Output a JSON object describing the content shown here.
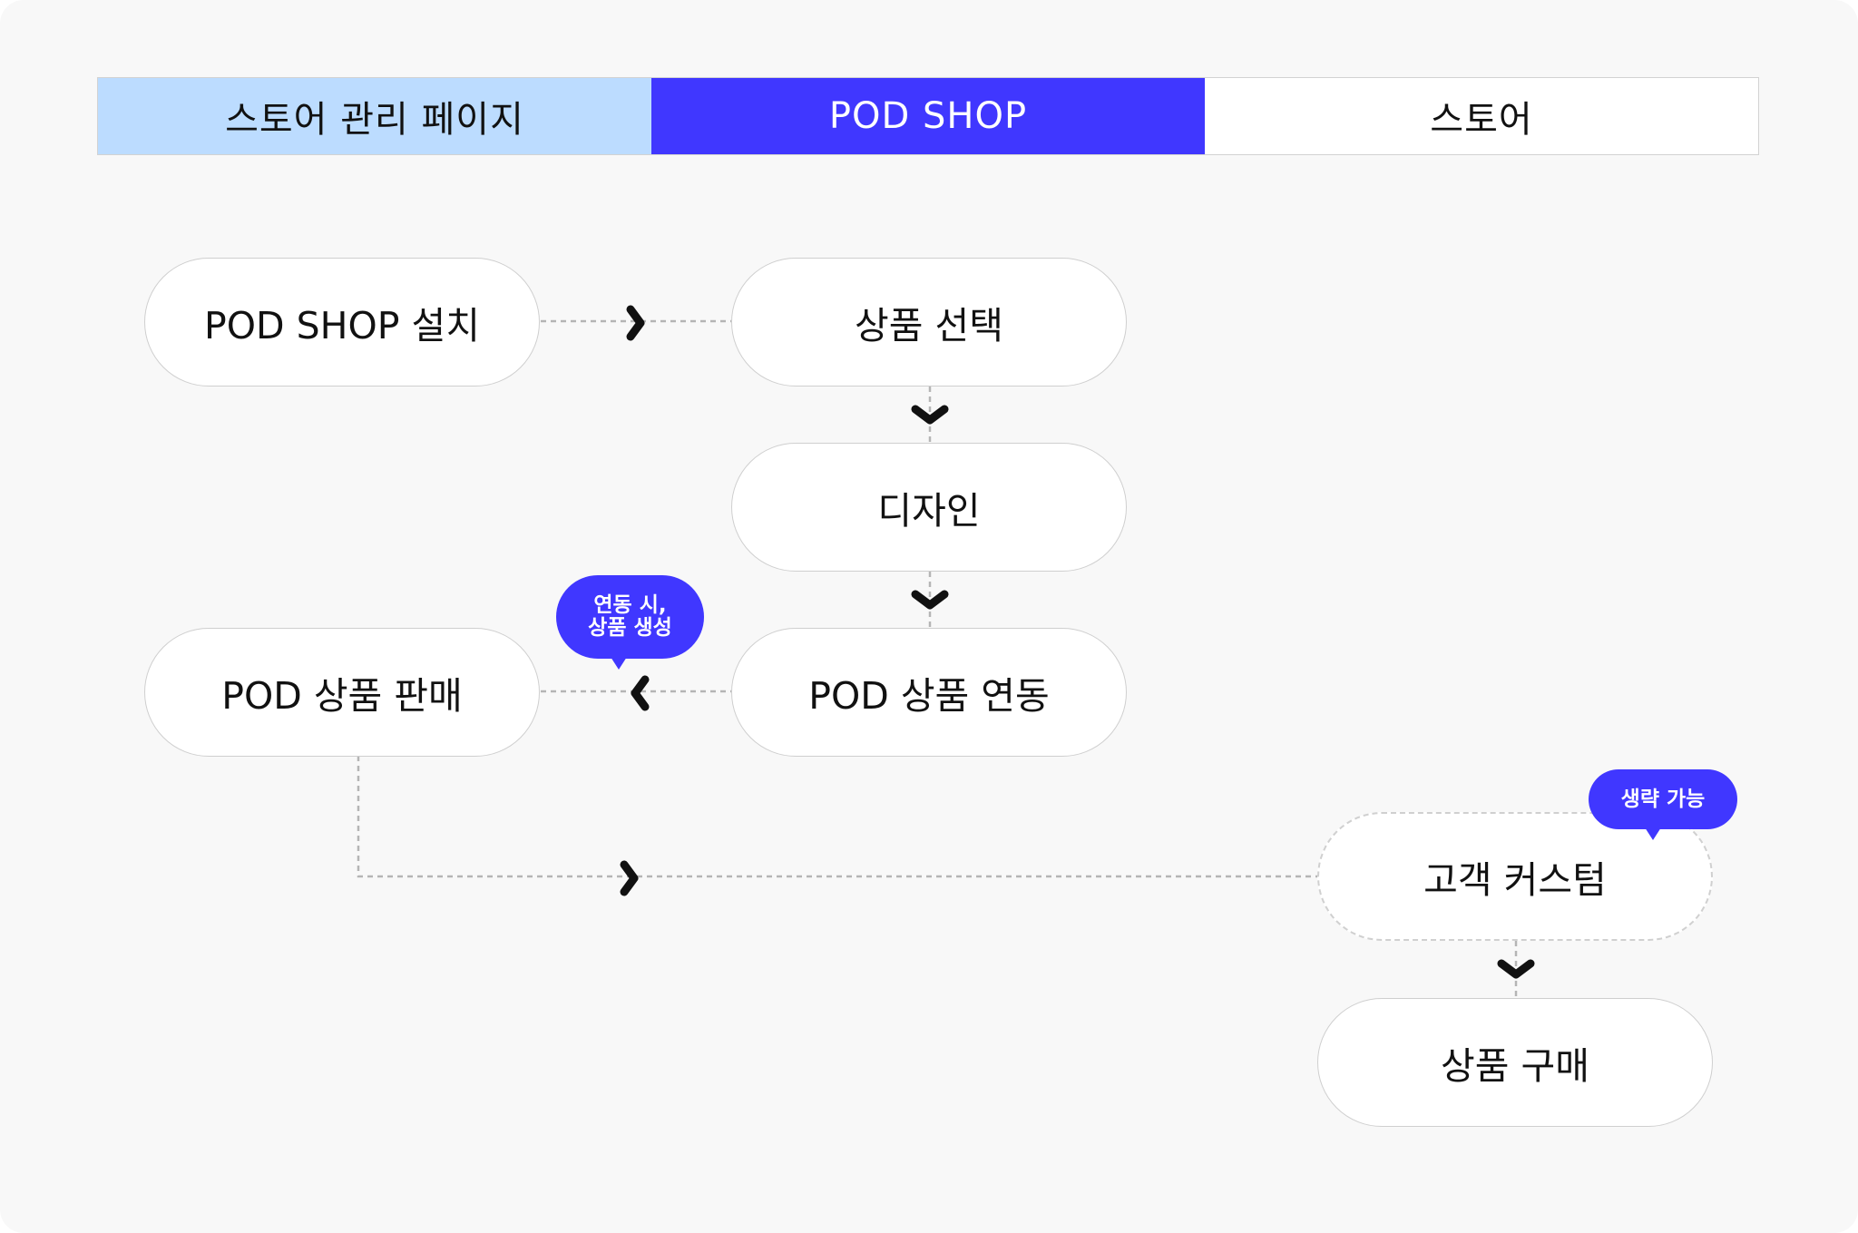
{
  "header": {
    "columns": [
      {
        "label": "스토어 관리 페이지",
        "color": "#bcdcff"
      },
      {
        "label": "POD SHOP",
        "color": "#4037ff"
      },
      {
        "label": "스토어",
        "color": "#ffffff"
      }
    ]
  },
  "nodes": {
    "install": "POD SHOP 설치",
    "select_product": "상품 선택",
    "design": "디자인",
    "sync": "POD 상품 연동",
    "sell": "POD 상품 판매",
    "customize": "고객 커스텀",
    "purchase": "상품 구매"
  },
  "badges": {
    "sync_note": "연동 시,\n상품 생성",
    "optional_note": "생략 가능"
  },
  "colors": {
    "accent": "#4037ff",
    "manage_column": "#bcdcff",
    "connector": "#b5b5b5",
    "arrow": "#111111"
  }
}
